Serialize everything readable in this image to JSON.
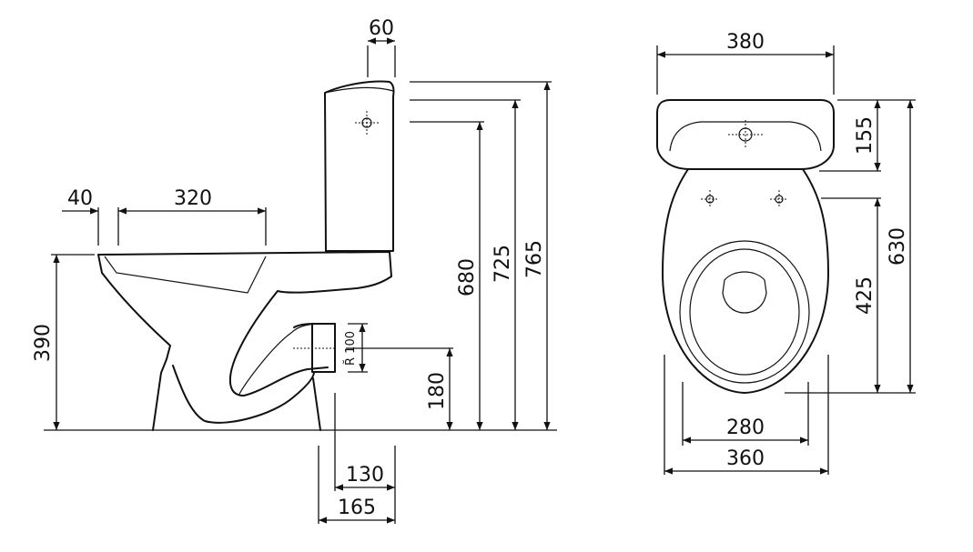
{
  "side_view": {
    "dims": {
      "tank_lid_offset": "60",
      "seat_lip": "40",
      "seat_opening": "320",
      "bowl_height": "390",
      "inlet_height": "680",
      "tank_body_height": "725",
      "total_height": "765",
      "outlet_height": "180",
      "outlet_dia": "R̆ 100",
      "outlet_setback": "130",
      "foot_setback": "165"
    }
  },
  "top_view": {
    "dims": {
      "tank_width": "380",
      "tank_depth": "155",
      "total_depth": "630",
      "bowl_length": "425",
      "foot_width": "280",
      "bowl_width": "360"
    }
  }
}
